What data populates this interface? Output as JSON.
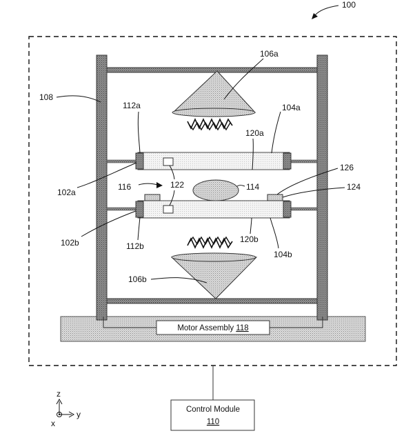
{
  "figure": {
    "ref_main": "100",
    "labels": {
      "l108": "108",
      "l106a": "106a",
      "l106b": "106b",
      "l112a": "112a",
      "l112b": "112b",
      "l104a": "104a",
      "l104b": "104b",
      "l120a": "120a",
      "l120b": "120b",
      "l102a": "102a",
      "l102b": "102b",
      "l116": "116",
      "l122": "122",
      "l114": "114",
      "l126": "126",
      "l124": "124"
    },
    "motor_assembly": {
      "text": "Motor Assembly ",
      "ref": "118"
    },
    "control_module": {
      "text": "Control Module",
      "ref": "110"
    },
    "axes": {
      "z": "z",
      "x": "x",
      "y": "y"
    }
  }
}
